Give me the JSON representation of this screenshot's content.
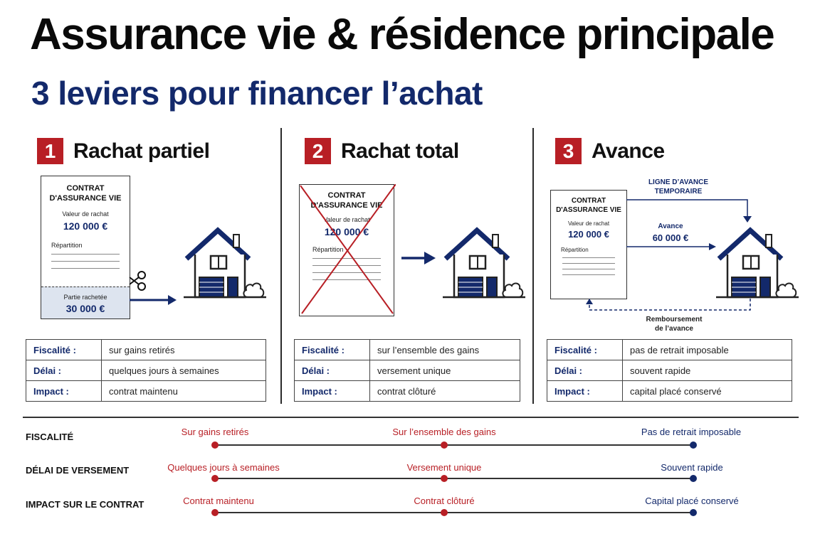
{
  "header": {
    "title": "Assurance vie & résidence principale",
    "subtitle": "3 leviers pour financer l’achat"
  },
  "colors": {
    "accent_red": "#b81f25",
    "navy": "#13296b"
  },
  "sections": [
    {
      "number": "1",
      "title": "Rachat partiel",
      "document": {
        "title_line1": "CONTRAT",
        "title_line2": "D'ASSURANCE VIE",
        "value_label": "Valeur de rachat",
        "value": "120 000 €",
        "repartition_label": "Répartition",
        "part_label": "Partie rachetée",
        "part_value": "30 000 €"
      },
      "icons": [
        "scissors-icon",
        "arrow-right-icon",
        "house-icon"
      ],
      "table": [
        {
          "key": "Fiscalité :",
          "value": "sur gains retirés"
        },
        {
          "key": "Délai :",
          "value": "quelques jours à semaines"
        },
        {
          "key": "Impact :",
          "value": "contrat maintenu"
        }
      ]
    },
    {
      "number": "2",
      "title": "Rachat total",
      "document": {
        "title_line1": "CONTRAT",
        "title_line2": "D'ASSURANCE VIE",
        "value_label": "Valeur de rachat",
        "value": "120 000 €",
        "repartition_label": "Répartition"
      },
      "icons": [
        "cross-out-icon",
        "arrow-right-icon",
        "house-icon"
      ],
      "table": [
        {
          "key": "Fiscalité :",
          "value": "sur l’ensemble des gains"
        },
        {
          "key": "Délai :",
          "value": "versement unique"
        },
        {
          "key": "Impact :",
          "value": "contrat clôturé"
        }
      ]
    },
    {
      "number": "3",
      "title": "Avance",
      "document": {
        "title_line1": "CONTRAT",
        "title_line2": "D'ASSURANCE VIE",
        "value_label": "Valeur de rachat",
        "value": "120 000 €",
        "repartition_label": "Répartition"
      },
      "ligne_line1": "LIGNE D’AVANCE",
      "ligne_line2": "TEMPORAIRE",
      "avance_label": "Avance",
      "avance_value": "60 000 €",
      "remb_line1": "Remboursement",
      "remb_line2": "de l’avance",
      "icons": [
        "arrow-right-icon",
        "dashed-return-arrow-icon",
        "house-icon"
      ],
      "table": [
        {
          "key": "Fiscalité :",
          "value": "pas de retrait imposable"
        },
        {
          "key": "Délai :",
          "value": "souvent rapide"
        },
        {
          "key": "Impact :",
          "value": "capital placé conservé"
        }
      ]
    }
  ],
  "comparison": [
    {
      "label": "FISCALITÉ",
      "values": [
        "Sur gains retirés",
        "Sur l’ensemble des gains",
        "Pas de retrait imposable"
      ]
    },
    {
      "label": "DÉLAI DE VERSEMENT",
      "values": [
        "Quelques jours à semaines",
        "Versement unique",
        "Souvent rapide"
      ]
    },
    {
      "label": "IMPACT SUR LE CONTRAT",
      "values": [
        "Contrat maintenu",
        "Contrat clôturé",
        "Capital placé conservé"
      ]
    }
  ]
}
